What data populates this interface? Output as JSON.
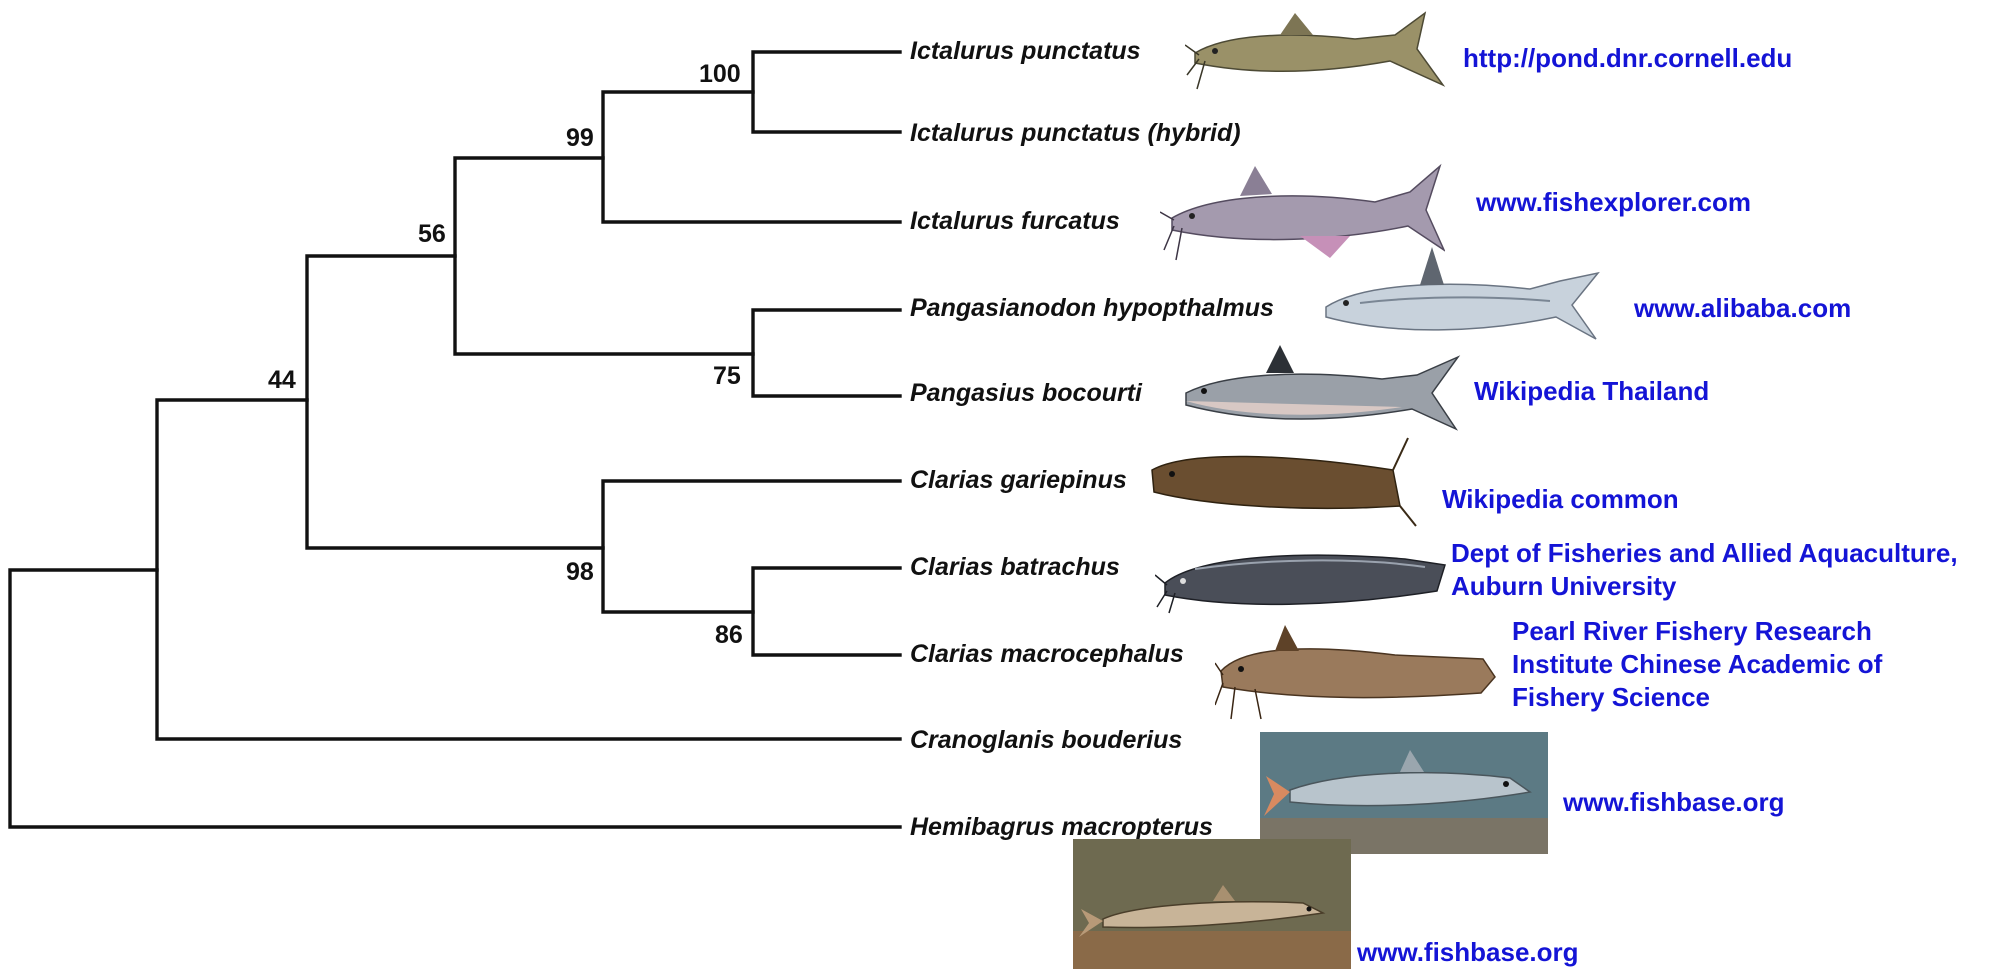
{
  "taxa": [
    "Ictalurus punctatus",
    "Ictalurus punctatus (hybrid)",
    "Ictalurus furcatus",
    "Pangasianodon hypopthalmus",
    "Pangasius bocourti",
    "Clarias gariepinus",
    "Clarias batrachus",
    "Clarias macrocephalus",
    "Cranoglanis bouderius",
    "Hemibagrus macropterus"
  ],
  "bootstrap": [
    "100",
    "99",
    "56",
    "75",
    "44",
    "98",
    "86"
  ],
  "sources": [
    "http://pond.dnr.cornell.edu",
    "www.fishexplorer.com",
    "www.alibaba.com",
    "Wikipedia Thailand",
    "Wikipedia common",
    "Dept of Fisheries and Allied Aquaculture,",
    "Auburn University",
    "Pearl River Fishery Research",
    "Institute Chinese Academic of",
    "Fishery Science",
    "www.fishbase.org",
    "www.fishbase.org"
  ],
  "photos": [
    "channel-catfish-photo",
    "blue-catfish-photo",
    "striped-catfish-photo",
    "basa-catfish-photo",
    "african-catfish-photo",
    "walking-catfish-photo",
    "bighead-catfish-photo",
    "cranoglanis-photo",
    "hemibagrus-photo"
  ],
  "colors": {
    "branch": "#111111",
    "source_link": "#1414d6"
  }
}
